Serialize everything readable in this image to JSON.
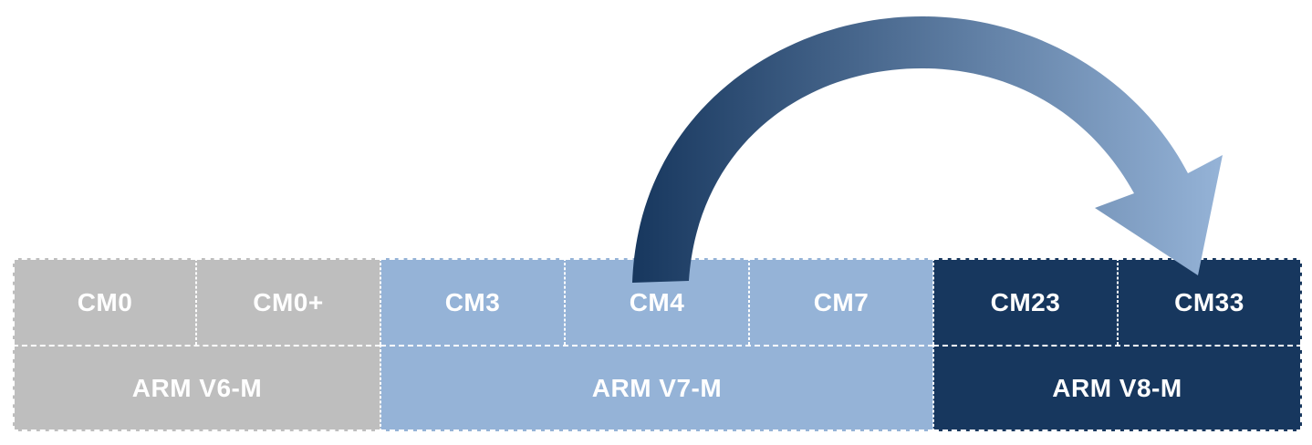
{
  "colors": {
    "v6": "#BEBEBE",
    "v7": "#95B3D7",
    "v8": "#17375E",
    "arrow_start": "#17375E",
    "arrow_end": "#95B3D7",
    "divider": "#ffffff"
  },
  "cores": {
    "cm0": "CM0",
    "cm0plus": "CM0+",
    "cm3": "CM3",
    "cm4": "CM4",
    "cm7": "CM7",
    "cm23": "CM23",
    "cm33": "CM33"
  },
  "architectures": {
    "v6": "ARM V6-M",
    "v7": "ARM V7-M",
    "v8": "ARM V8-M"
  },
  "arrow": {
    "from": "CM4",
    "to": "CM33"
  }
}
